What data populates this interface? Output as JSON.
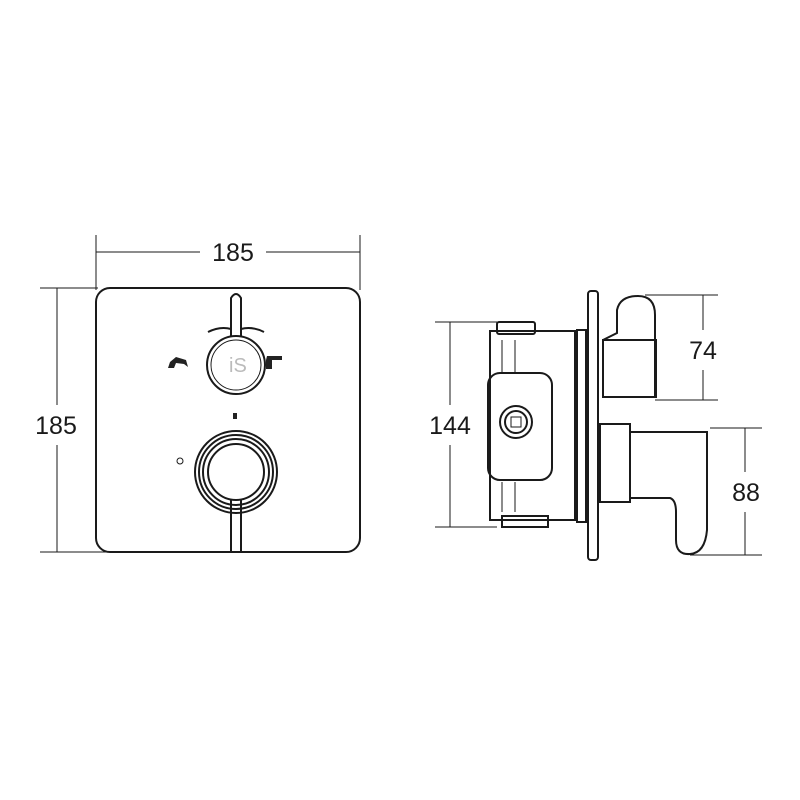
{
  "dimensions": {
    "front_width": "185",
    "front_height": "185",
    "side_body_height": "144",
    "upper_handle_height": "74",
    "lower_handle_height": "88"
  },
  "logo_text": "iS"
}
